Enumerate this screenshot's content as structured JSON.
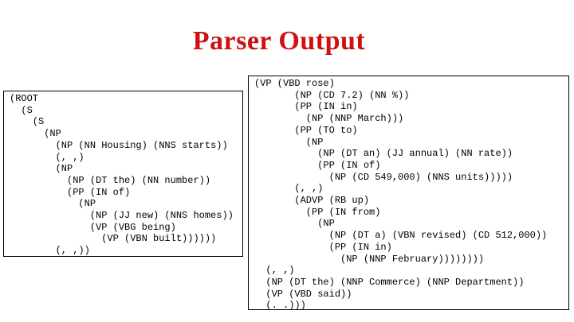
{
  "slide": {
    "title": "Parser Output",
    "title_color": "#cc1111",
    "background_color": "#ffffff",
    "box_border_color": "#000000"
  },
  "parse_left": {
    "lines": [
      "(ROOT",
      "  (S",
      "    (S",
      "      (NP",
      "        (NP (NN Housing) (NNS starts))",
      "        (, ,)",
      "        (NP",
      "          (NP (DT the) (NN number))",
      "          (PP (IN of)",
      "            (NP",
      "              (NP (JJ new) (NNS homes))",
      "              (VP (VBG being)",
      "                (VP (VBN built))))))",
      "        (, ,))"
    ]
  },
  "parse_right": {
    "lines": [
      "(VP (VBD rose)",
      "       (NP (CD 7.2) (NN %))",
      "       (PP (IN in)",
      "         (NP (NNP March)))",
      "       (PP (TO to)",
      "         (NP",
      "           (NP (DT an) (JJ annual) (NN rate))",
      "           (PP (IN of)",
      "             (NP (CD 549,000) (NNS units)))))",
      "       (, ,)",
      "       (ADVP (RB up)",
      "         (PP (IN from)",
      "           (NP",
      "             (NP (DT a) (VBN revised) (CD 512,000))",
      "             (PP (IN in)",
      "               (NP (NNP February))))))))",
      "  (, ,)",
      "  (NP (DT the) (NNP Commerce) (NNP Department))",
      "  (VP (VBD said))",
      "  (. .)))"
    ]
  }
}
